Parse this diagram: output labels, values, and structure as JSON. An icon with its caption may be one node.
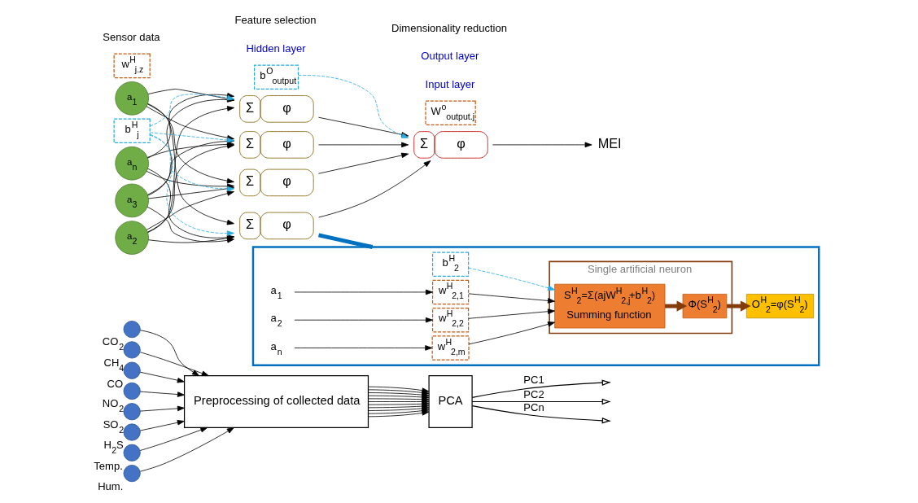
{
  "diagram": {
    "nodes": [
      {
        "text": [],
        "shape": "circle",
        "beside": [
          "CO$_{2}$"
        ]
      },
      {
        "text": [],
        "shape": "circle",
        "beside": [
          "CH$_{4}$"
        ]
      },
      {
        "text": [],
        "shape": "circle",
        "beside": [
          "CO"
        ]
      },
      {
        "text": [],
        "shape": "circle",
        "beside": [
          "NO$_{2}$"
        ]
      },
      {
        "text": [],
        "shape": "circle",
        "beside": [
          "SO$_{2}$"
        ]
      },
      {
        "text": [],
        "shape": "circle",
        "beside": [
          "H$_{2}$S"
        ]
      },
      {
        "text": [],
        "shape": "circle",
        "beside": [
          "Temp."
        ]
      },
      {
        "text": [],
        "shape": "circle",
        "beside": [
          "Hum."
        ]
      },
      {
        "text": [
          "Preprocessing of collected data"
        ]
      },
      {
        "text": [
          "PCA"
        ]
      },
      {
        "text": [
          "a$_{1}$"
        ]
      },
      {
        "text": [
          "a$_{2}$"
        ]
      },
      {
        "text": [
          "a$_{3}$"
        ]
      },
      {
        "text": [
          "a$_{n}$"
        ]
      },
      {
        "text": [
          "w$^{H}$$_{j.z}$"
        ]
      },
      {
        "text": [
          "b$^{H}$$_{j}$"
        ]
      },
      {
        "text": [
          "Σ",
          "φ"
        ]
      },
      {
        "text": [
          "Σ",
          "φ"
        ]
      },
      {
        "text": [
          "Σ",
          "φ"
        ]
      },
      {
        "text": [
          "Σ",
          "φ"
        ]
      },
      {
        "text": [
          "W$^{o}$$_{output.j}$"
        ]
      },
      {
        "text": [
          "b$^{O}$$_{output}$"
        ]
      },
      {
        "text": [
          "Σ",
          "φ"
        ]
      },
      {
        "text": [
          "MEI"
        ]
      },
      {
        "text": [],
        "shape": "box"
      },
      {
        "text": [
          "b$^{H}$$_{2}$"
        ],
        "in": 24
      },
      {
        "text": [
          "a$_{1}$"
        ],
        "in": 24
      },
      {
        "text": [
          "a$_{2}$"
        ],
        "in": 24
      },
      {
        "text": [
          "a$_{n}$"
        ],
        "in": 24
      },
      {
        "text": [
          "w$^{H}$$_{2,1}$"
        ],
        "in": 24
      },
      {
        "text": [
          "w$^{H}$$_{2,2}$"
        ],
        "in": 24
      },
      {
        "text": [
          "w$^{H}$$_{2,m}$"
        ],
        "in": 24
      },
      {
        "text": [
          "Single artificial neuron"
        ],
        "in": 24
      },
      {
        "text": [
          "S$^{H}$$_{2}$=Σ(ajW$^{H}$$_{2,j}$+b$^{H}$$_{2}$)",
          "Summing function"
        ],
        "in": 32
      },
      {
        "text": [
          "Φ(S$^{H}$$_{2}$)"
        ],
        "in": 32
      },
      {
        "text": [
          "O$^{H}$$_{2}$=φ(S$^{H}$$_{2}$)"
        ],
        "in": 24
      }
    ],
    "edges": [
      {
        "from": 0,
        "to": 8,
        "arrow": "to"
      },
      {
        "from": 1,
        "to": 8,
        "arrow": "to"
      },
      {
        "from": 2,
        "to": 8,
        "arrow": "to"
      },
      {
        "from": 3,
        "to": 8,
        "arrow": "to"
      },
      {
        "from": 4,
        "to": 8,
        "arrow": "to"
      },
      {
        "from": 5,
        "to": 8,
        "arrow": "to"
      },
      {
        "from": 6,
        "to": 8,
        "arrow": "to"
      },
      {
        "from": 7,
        "to": 8,
        "arrow": "to"
      },
      {
        "from": 8,
        "to": 9,
        "arrow": "to"
      },
      {
        "from": 8,
        "to": 9,
        "arrow": "to"
      },
      {
        "from": 8,
        "to": 9,
        "arrow": "to"
      },
      {
        "from": 8,
        "to": 9,
        "arrow": "to"
      },
      {
        "from": 8,
        "to": 9,
        "arrow": "to"
      },
      {
        "from": 8,
        "to": 9,
        "arrow": "to"
      },
      {
        "from": 8,
        "to": 9,
        "arrow": "to"
      },
      {
        "from": 8,
        "to": 9,
        "arrow": "to"
      },
      {
        "from": 8,
        "to": 9,
        "arrow": "to"
      },
      {
        "from": 8,
        "to": 9,
        "arrow": "to"
      },
      {
        "from": 8,
        "to": 9,
        "arrow": "to"
      },
      {
        "from": 9,
        "to": null,
        "arrow": "to",
        "label": "PC1"
      },
      {
        "from": 9,
        "to": null,
        "arrow": "to",
        "label": "PC2"
      },
      {
        "from": 9,
        "to": null,
        "arrow": "to",
        "label": "PCn"
      },
      {
        "from": 10,
        "to": 16,
        "arrow": "to"
      },
      {
        "from": 10,
        "to": 17,
        "arrow": "to"
      },
      {
        "from": 10,
        "to": 18,
        "arrow": "to"
      },
      {
        "from": 10,
        "to": 19,
        "arrow": "to"
      },
      {
        "from": 11,
        "to": 16,
        "arrow": "to"
      },
      {
        "from": 11,
        "to": 17,
        "arrow": "to"
      },
      {
        "from": 11,
        "to": 18,
        "arrow": "to"
      },
      {
        "from": 11,
        "to": 19,
        "arrow": "to"
      },
      {
        "from": 12,
        "to": 16,
        "arrow": "to"
      },
      {
        "from": 12,
        "to": 17,
        "arrow": "to"
      },
      {
        "from": 12,
        "to": 18,
        "arrow": "to"
      },
      {
        "from": 12,
        "to": 19,
        "arrow": "to"
      },
      {
        "from": 13,
        "to": 16,
        "arrow": "to"
      },
      {
        "from": 13,
        "to": 17,
        "arrow": "to"
      },
      {
        "from": 13,
        "to": 18,
        "arrow": "to"
      },
      {
        "from": 13,
        "to": 19,
        "arrow": "to"
      },
      {
        "from": 15,
        "to": 16,
        "arrow": "to",
        "style": "dashed",
        "color": "#29abe2"
      },
      {
        "from": 15,
        "to": 17,
        "arrow": "to",
        "style": "dashed",
        "color": "#29abe2"
      },
      {
        "from": 15,
        "to": 18,
        "arrow": "to",
        "style": "dashed",
        "color": "#29abe2"
      },
      {
        "from": 15,
        "to": 19,
        "arrow": "to",
        "style": "dashed",
        "color": "#29abe2"
      },
      {
        "from": 16,
        "to": 22,
        "arrow": "to"
      },
      {
        "from": 17,
        "to": 22,
        "arrow": "to"
      },
      {
        "from": 18,
        "to": 22,
        "arrow": "to"
      },
      {
        "from": 19,
        "to": 22,
        "arrow": "to"
      },
      {
        "from": 21,
        "to": 22,
        "arrow": "to",
        "style": "dashed",
        "color": "#29abe2"
      },
      {
        "from": 22,
        "to": 23,
        "arrow": "to"
      },
      {
        "from": 17,
        "to": 24,
        "arrow": "none",
        "style": "thick",
        "color": "#0070c0"
      },
      {
        "from": 26,
        "to": 29,
        "arrow": "to"
      },
      {
        "from": 27,
        "to": 30,
        "arrow": "to"
      },
      {
        "from": 28,
        "to": 31,
        "arrow": "to"
      },
      {
        "from": 29,
        "to": 33,
        "arrow": "to"
      },
      {
        "from": 30,
        "to": 33,
        "arrow": "to"
      },
      {
        "from": 31,
        "to": 33,
        "arrow": "to"
      },
      {
        "from": 25,
        "to": 33,
        "arrow": "to",
        "style": "dashed",
        "color": "#29abe2"
      },
      {
        "from": 33,
        "to": 34,
        "arrow": "to",
        "style": "thick",
        "color": "#843c0c"
      },
      {
        "from": 34,
        "to": 35,
        "arrow": "to",
        "style": "thick",
        "color": "#843c0c"
      }
    ],
    "labels": [
      "Input layer",
      "Hidden layer",
      "Output layer",
      "Sensor data",
      "Feature selection",
      "Dimensionality reduction"
    ]
  }
}
